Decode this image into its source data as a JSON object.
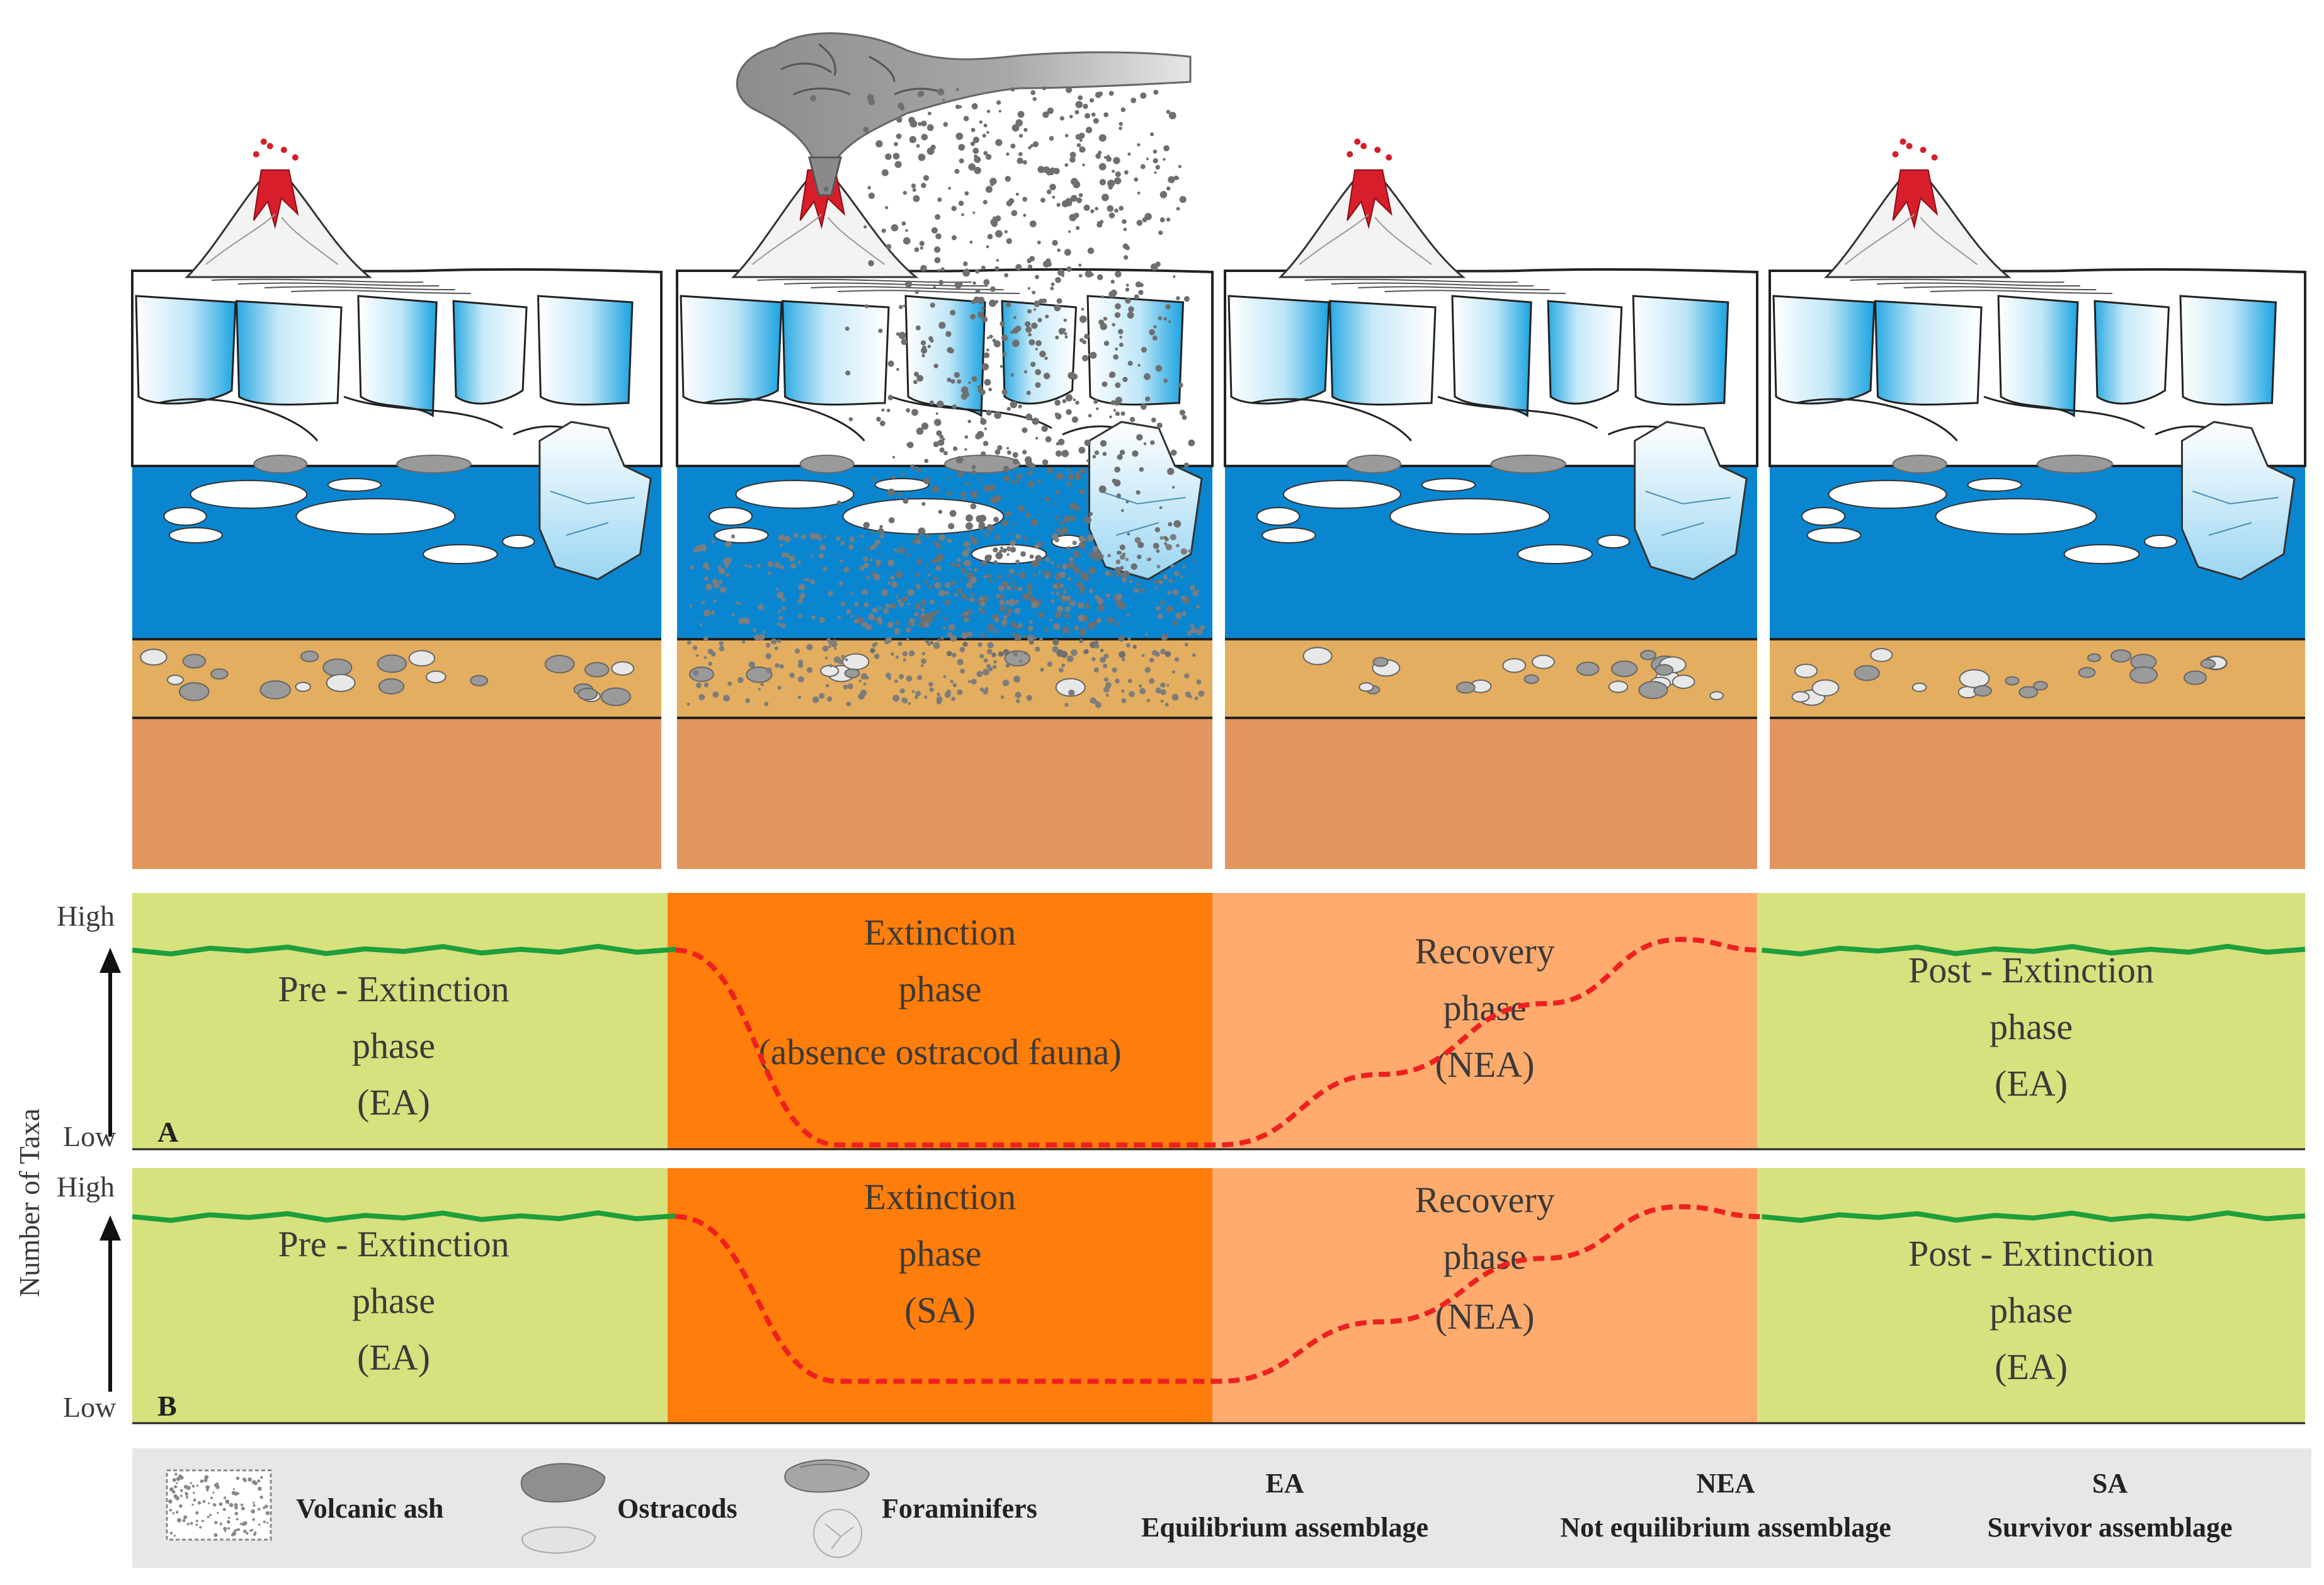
{
  "colors": {
    "ice": "#ffffff",
    "ice_blue": "#1aa3e0",
    "ocean": "#0a86d0",
    "sediment": "#e3ae5f",
    "bedrock": "#e2955e",
    "lava": "#d81e2a",
    "ash": "#8a8a8a",
    "stable_phase": "#d7e17e",
    "extinction_phase": "#ff7d0a",
    "recovery_phase": "#ffab6e",
    "stable_line": "#1e9e3c",
    "disturbed_line": "#ee2020",
    "legend_bg": "#e6e7e8"
  },
  "y_axis": {
    "title": "Number of Taxa",
    "high": "High",
    "low": "Low"
  },
  "chart_data": [
    {
      "type": "line",
      "panel_label": "A",
      "phases": [
        {
          "lines": [
            "Pre - Extinction",
            "phase",
            "(EA)"
          ]
        },
        {
          "lines": [
            "Extinction",
            "phase",
            "(absence ostracod fauna)"
          ]
        },
        {
          "lines": [
            "Recovery",
            "phase",
            "(NEA)"
          ]
        },
        {
          "lines": [
            "Post - Extinction",
            "phase",
            "(EA)"
          ]
        }
      ],
      "x": [
        0,
        0.5,
        0.8,
        1.0,
        1.3,
        1.6,
        2.0,
        2.3,
        2.6,
        2.85,
        3.0,
        3.5,
        4.0
      ],
      "values": [
        0.93,
        0.93,
        0.85,
        0.5,
        0.02,
        0.02,
        0.02,
        0.35,
        0.68,
        0.98,
        0.93,
        0.93,
        0.93
      ]
    },
    {
      "type": "line",
      "panel_label": "B",
      "phases": [
        {
          "lines": [
            "Pre - Extinction",
            "phase",
            "(EA)"
          ]
        },
        {
          "lines": [
            "Extinction",
            "phase",
            "(SA)"
          ]
        },
        {
          "lines": [
            "Recovery",
            "phase",
            "(NEA)"
          ]
        },
        {
          "lines": [
            "Post - Extinction",
            "phase",
            "(EA)"
          ]
        }
      ],
      "x": [
        0,
        0.5,
        0.8,
        1.0,
        1.3,
        1.6,
        2.0,
        2.3,
        2.6,
        2.85,
        3.0,
        3.5,
        4.0
      ],
      "values": [
        0.93,
        0.93,
        0.8,
        0.45,
        0.1,
        0.1,
        0.1,
        0.4,
        0.72,
        0.98,
        0.93,
        0.93,
        0.93
      ]
    }
  ],
  "legend": {
    "items": [
      {
        "label": "Volcanic ash",
        "icon": "volcanic-ash-icon"
      },
      {
        "label": "Ostracods",
        "icon": "ostracod-icon"
      },
      {
        "label": "Foraminifers",
        "icon": "foraminifer-icon"
      }
    ],
    "abbreviations": [
      {
        "abbr": "EA",
        "meaning": "Equilibrium assemblage"
      },
      {
        "abbr": "NEA",
        "meaning": "Not equilibrium assemblage"
      },
      {
        "abbr": "SA",
        "meaning": "Survivor assemblage"
      }
    ]
  }
}
